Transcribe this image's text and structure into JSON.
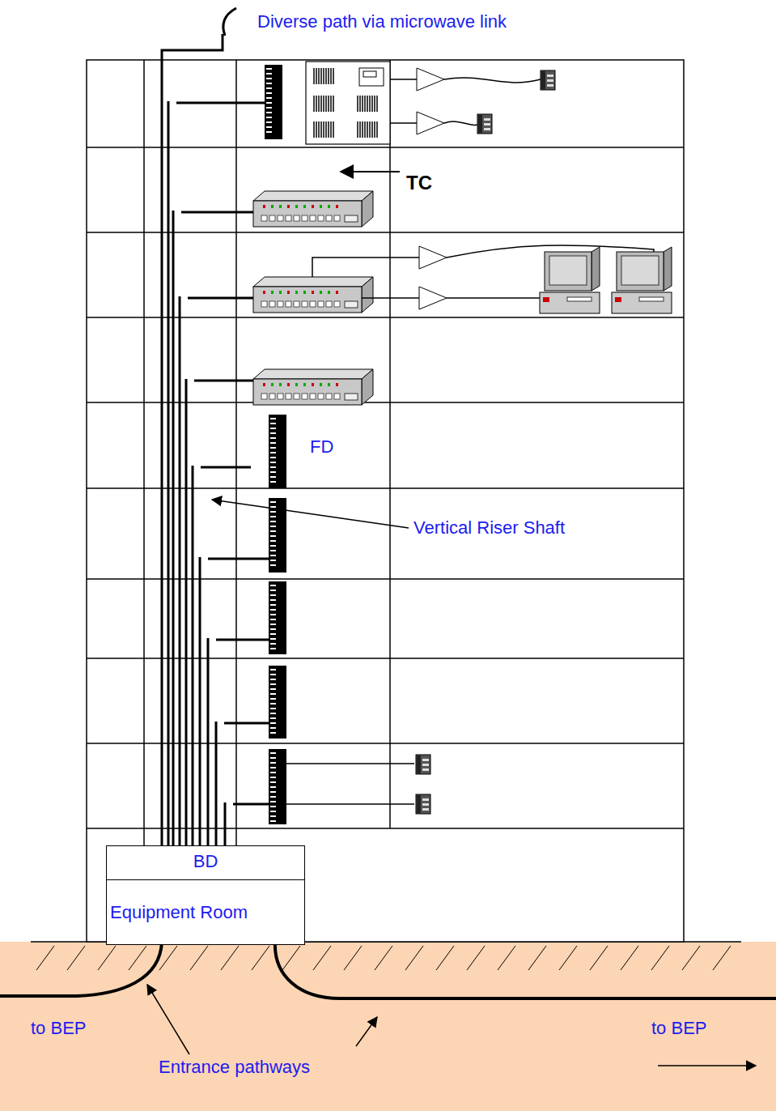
{
  "diagram": {
    "nodes": [
      {
        "text": [
          "Equipment Room"
        ]
      },
      {
        "text": [
          "BD"
        ],
        "in": 0
      }
    ],
    "labels": [
      "Diverse path via microwave link",
      "TC",
      "FD",
      "Vertical Riser Shaft",
      "to BEP",
      "to BEP",
      "Entrance pathways"
    ]
  }
}
